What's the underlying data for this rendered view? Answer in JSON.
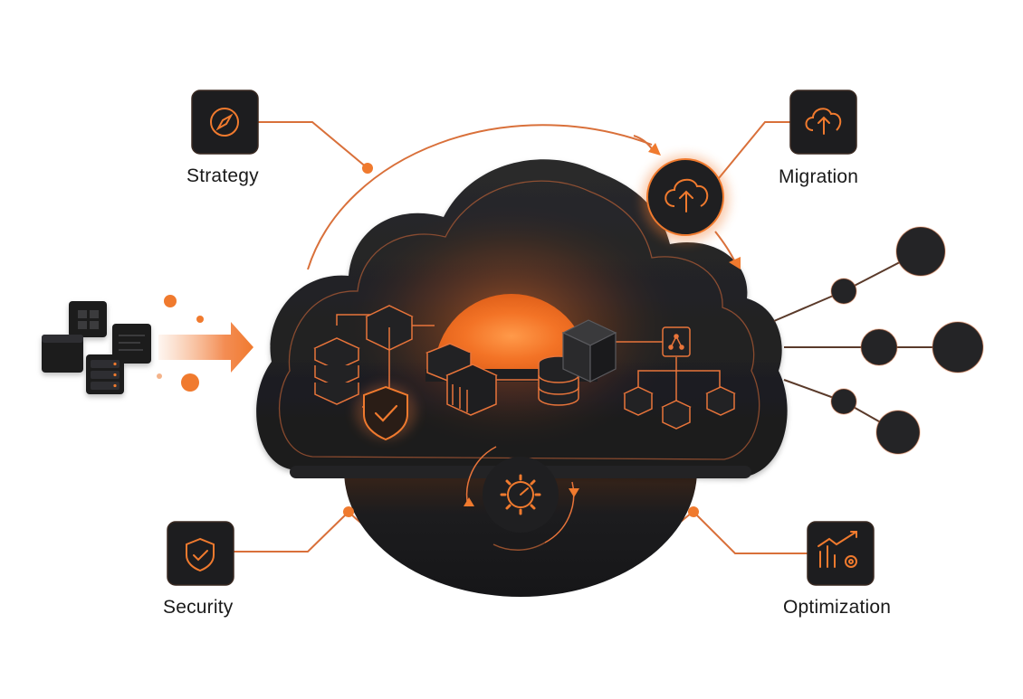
{
  "labels": {
    "strategy": "Strategy",
    "migration": "Migration",
    "security": "Security",
    "optimization": "Optimization"
  },
  "colors": {
    "accent": "#f07a2e",
    "accent_bright": "#ff8a3a",
    "cloud_dark": "#1f1f21",
    "tile_dark": "#1d1d1f",
    "circle_dark": "#242426"
  },
  "icons": {
    "strategy": "compass-icon",
    "migration": "cloud-upload-icon",
    "security": "shield-check-icon",
    "optimization": "growth-chart-gear-icon",
    "center": "gear-gauge-icon"
  }
}
